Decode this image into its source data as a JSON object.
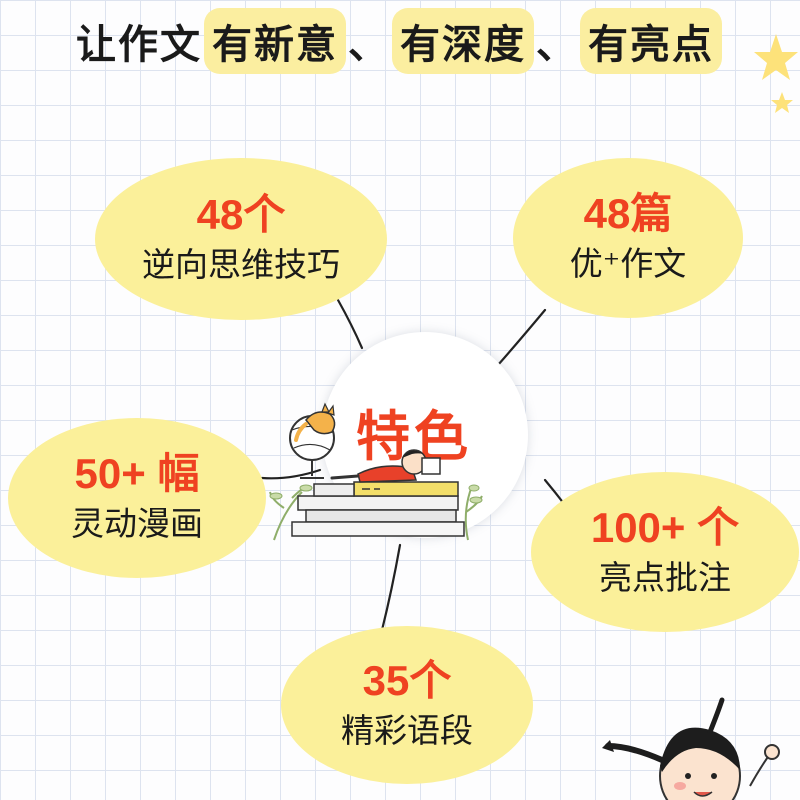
{
  "title": {
    "lead": "让作文",
    "parts": [
      "有新意",
      "、",
      "有深度",
      "、",
      "有亮点"
    ]
  },
  "center": {
    "label": "特色"
  },
  "features": [
    {
      "number": "48",
      "unit": "个",
      "desc": "逆向思维技巧"
    },
    {
      "number": "48",
      "unit": "篇",
      "desc": "优⁺作文"
    },
    {
      "number": "50+",
      "unit": "幅",
      "desc": "灵动漫画"
    },
    {
      "number": "100+",
      "unit": "个",
      "desc": "亮点批注"
    },
    {
      "number": "35",
      "unit": "个",
      "desc": "精彩语段"
    }
  ],
  "colors": {
    "accent": "#ef4221",
    "bubble": "#fbf09a",
    "highlight": "#fbeea0",
    "text": "#1a1a1a"
  },
  "icons": [
    "reading-boy-illustration",
    "cat-on-globe-illustration",
    "book-stack-illustration",
    "girl-character-illustration",
    "star-icon"
  ]
}
